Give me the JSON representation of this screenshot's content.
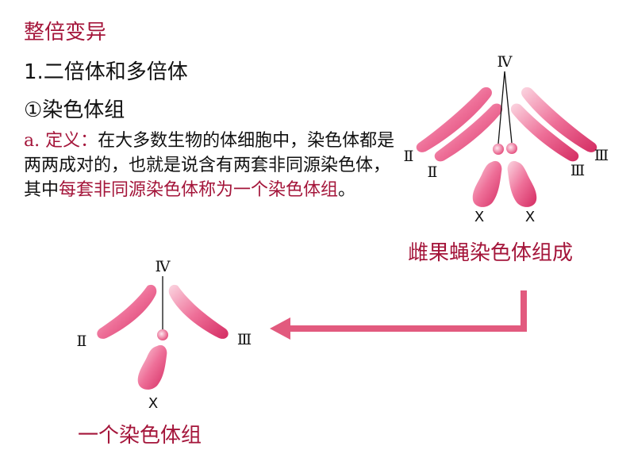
{
  "heading": "整倍变异",
  "subheading": "1.二倍体和多倍体",
  "section": "①染色体组",
  "definition": {
    "label": "a. 定义：",
    "text": "在大多数生物的体细胞中，染色体都是两两成对的，也就是说含有两套非同源染色体，其中",
    "highlight": "每套非同源染色体称为一个染色体组",
    "end": "。"
  },
  "diagram_full": {
    "caption": "雌果蝇染色体组成",
    "labels": {
      "iv": "Ⅳ",
      "ii_outer": "Ⅱ",
      "ii_inner": "Ⅱ",
      "iii_outer": "Ⅲ",
      "iii_inner": "Ⅲ",
      "x_left": "X",
      "x_right": "X"
    }
  },
  "diagram_one": {
    "caption": "一个染色体组",
    "labels": {
      "iv": "Ⅳ",
      "ii": "Ⅱ",
      "iii": "Ⅲ",
      "x": "X"
    }
  },
  "colors": {
    "accent": "#a4153a",
    "chromosome": "#e8467a",
    "arrow": "#e25a7e"
  }
}
